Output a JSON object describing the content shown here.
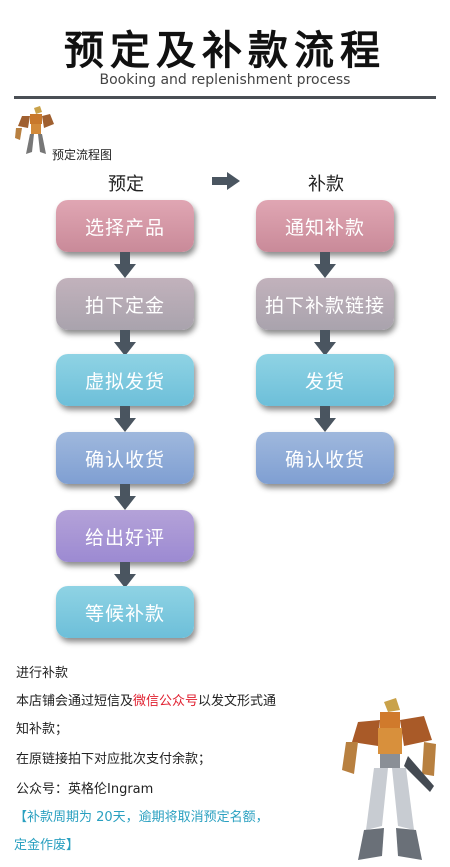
{
  "header": {
    "title": "预定及补款流程",
    "subtitle": "Booking and replenishment process"
  },
  "section_label": "预定流程图",
  "columns": {
    "left_head": "预定",
    "right_head": "补款"
  },
  "booking_steps": [
    "选择产品",
    "拍下定金",
    "虚拟发货",
    "确认收货",
    "给出好评",
    "等候补款"
  ],
  "payment_steps": [
    "通知补款",
    "拍下补款链接",
    "发货",
    "确认收货"
  ],
  "info": {
    "heading": "进行补款",
    "line1_before": "本店铺会通过短信及",
    "line1_highlight": "微信公众号",
    "line1_after": "以发文形式通",
    "line2": "知补款；",
    "line3": "在原链接拍下对应批次支付余款；",
    "line4": "公众号：英格伦Ingram",
    "notice1": "【补款周期为 20天，逾期将取消预定名额，",
    "notice2": "定金作废】"
  },
  "colors": {
    "pink": "#d898a6",
    "grey": "#b6abb6",
    "cyan": "#7fcadf",
    "blue": "#8fabd8",
    "purple": "#a896d6",
    "arrow": "#4a5560",
    "highlight": "#e02030",
    "notice": "#2aa0c0"
  }
}
